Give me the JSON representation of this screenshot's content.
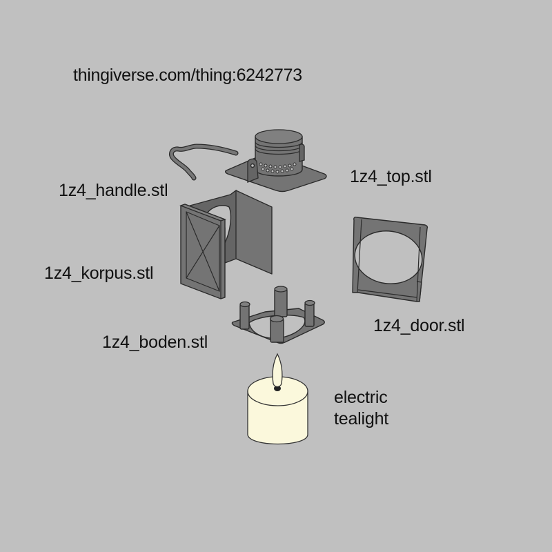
{
  "header": {
    "url_text": "thingiverse.com/thing:6242773"
  },
  "parts": [
    {
      "id": "handle",
      "label": "1z4_handle.stl"
    },
    {
      "id": "top",
      "label": "1z4_top.stl"
    },
    {
      "id": "korpus",
      "label": "1z4_korpus.stl"
    },
    {
      "id": "door",
      "label": "1z4_door.stl"
    },
    {
      "id": "boden",
      "label": "1z4_boden.stl"
    },
    {
      "id": "tealight",
      "label_line1": "electric",
      "label_line2": "tealight"
    }
  ],
  "colors": {
    "background": "#c0c0c0",
    "part_fill": "#747474",
    "outline": "#2b2b2b",
    "tealight_fill": "#fbf8dc"
  }
}
